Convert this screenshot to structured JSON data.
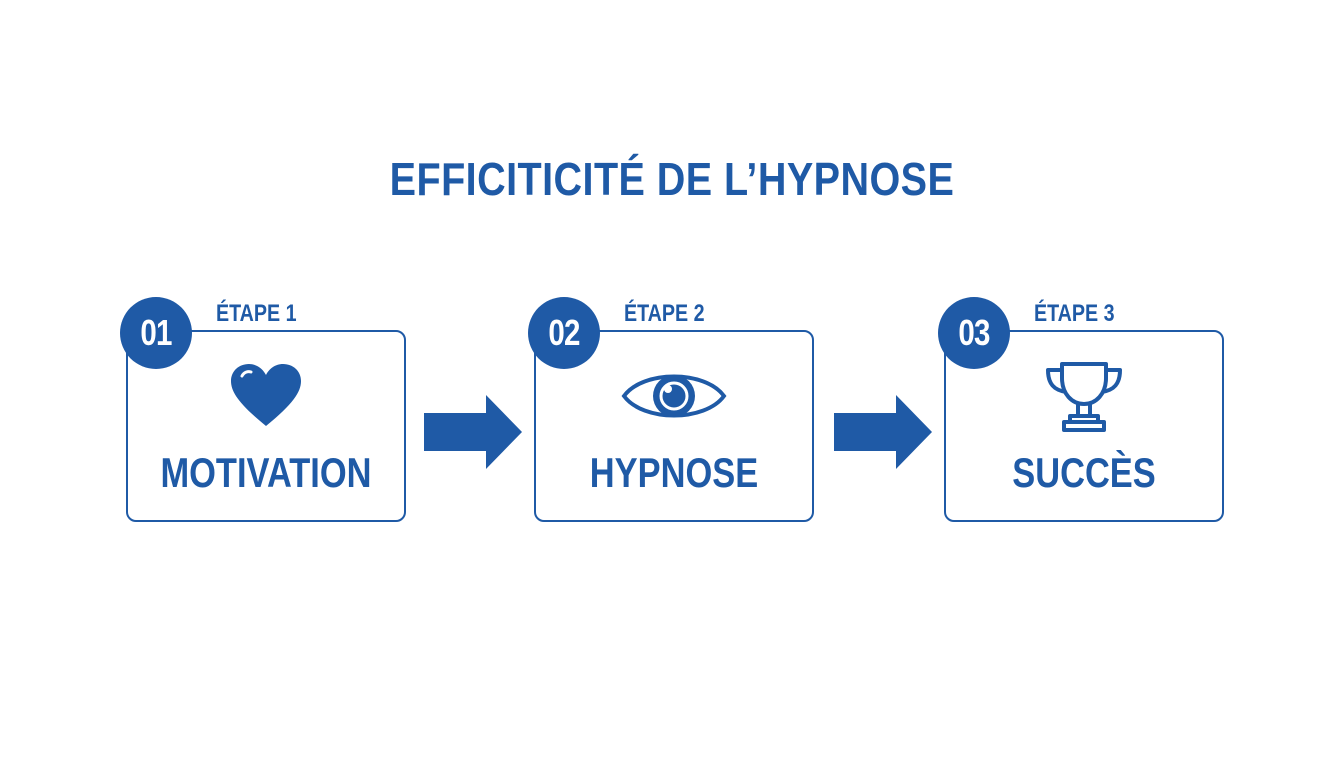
{
  "title": "EFFICITICITÉ DE L’HYPNOSE",
  "colors": {
    "primary": "#1f5aa6",
    "background": "#ffffff"
  },
  "steps": [
    {
      "number": "01",
      "label": "ÉTAPE 1",
      "name": "MOTIVATION",
      "icon": "heart-icon"
    },
    {
      "number": "02",
      "label": "ÉTAPE 2",
      "name": "HYPNOSE",
      "icon": "eye-icon"
    },
    {
      "number": "03",
      "label": "ÉTAPE 3",
      "name": "SUCCÈS",
      "icon": "trophy-icon"
    }
  ],
  "connectors": [
    "arrow-right-icon",
    "arrow-right-icon"
  ]
}
